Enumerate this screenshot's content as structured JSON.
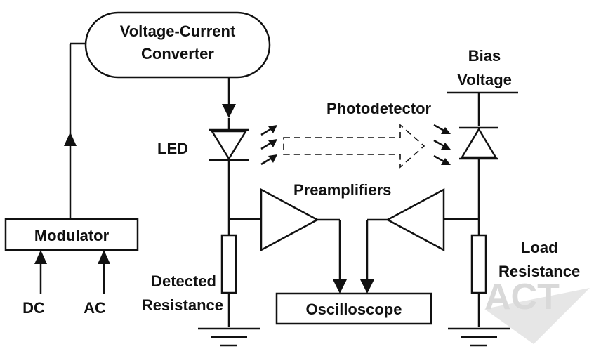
{
  "blocks": {
    "vi_converter": [
      "Voltage-Current",
      "Converter"
    ],
    "modulator": "Modulator",
    "oscilloscope": "Oscilloscope"
  },
  "labels": {
    "dc": "DC",
    "ac": "AC",
    "led": "LED",
    "photodetector": "Photodetector",
    "bias_voltage": [
      "Bias",
      "Voltage"
    ],
    "preamplifiers": "Preamplifiers",
    "detected_resistance": [
      "Detected",
      "Resistance"
    ],
    "load_resistance": [
      "Load",
      "Resistance"
    ]
  },
  "watermark": "ACT",
  "colors": {
    "stroke": "#111111",
    "watermark": "#d9d9d9"
  }
}
